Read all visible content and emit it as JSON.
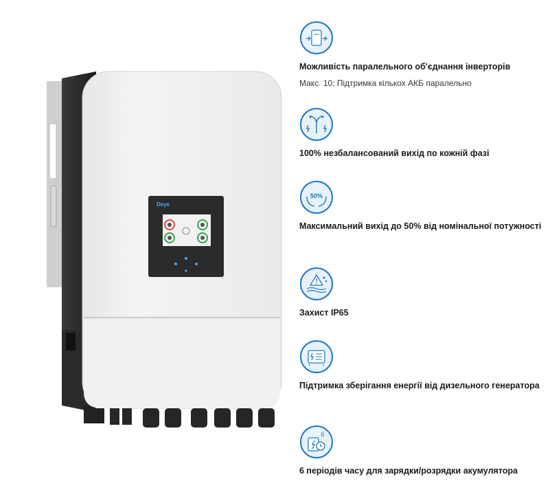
{
  "product": {
    "brand": "Deye"
  },
  "colors": {
    "accent": "#1f78c8",
    "icon_ring": "#1f78c8",
    "icon_fill": "#e8f2fb"
  },
  "features": [
    {
      "icon": "parallel-inverter-icon",
      "title": "Можливість паралельного об'єднання інверторів",
      "description": "Макс. 10; Підтримка кількох АКБ паралельно"
    },
    {
      "icon": "unbalanced-output-icon",
      "title": "100% незбалансований вихід по кожній фазі",
      "description": ""
    },
    {
      "icon": "fifty-percent-hands-icon",
      "title": "Максимальний вихід до 50% від номінальної потужності",
      "description": "",
      "icon_text": "50%"
    },
    {
      "icon": "ip65-weather-icon",
      "title": "Захист IP65",
      "description": ""
    },
    {
      "icon": "diesel-generator-icon",
      "title": "Підтримка зберігання енергії від дизельного генератора",
      "description": ""
    },
    {
      "icon": "six-periods-clock-icon",
      "title": "6 періодів часу для зарядки/розрядки акумулятора",
      "description": "",
      "icon_text": "6"
    }
  ]
}
